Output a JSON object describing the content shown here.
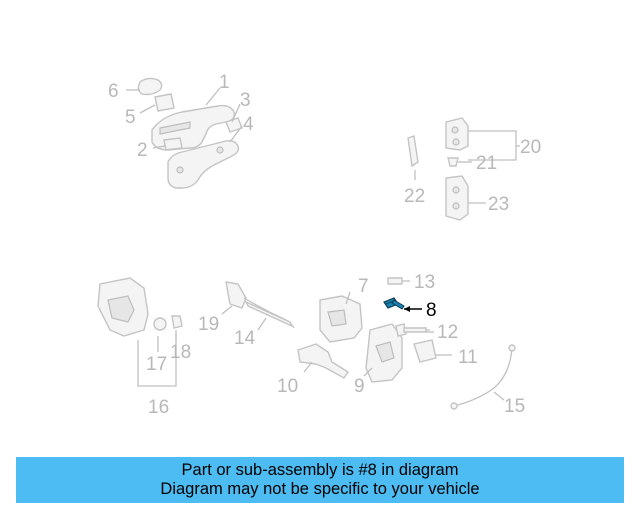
{
  "callouts": {
    "c1": "1",
    "c2": "2",
    "c3": "3",
    "c4": "4",
    "c5": "5",
    "c6": "6",
    "c7": "7",
    "c8": "8",
    "c9": "9",
    "c10": "10",
    "c11": "11",
    "c12": "12",
    "c13": "13",
    "c14": "14",
    "c15": "15",
    "c16": "16",
    "c17": "17",
    "c18": "18",
    "c19": "19",
    "c20": "20",
    "c21": "21",
    "c22": "22",
    "c23": "23"
  },
  "highlight": {
    "part_number": "8",
    "color": "#000000",
    "screw_color": "#1a7fb0"
  },
  "banner": {
    "line1": "Part or sub-assembly is #8 in diagram",
    "line2": "Diagram may not be specific to your vehicle",
    "background": "#4dbcf3"
  }
}
